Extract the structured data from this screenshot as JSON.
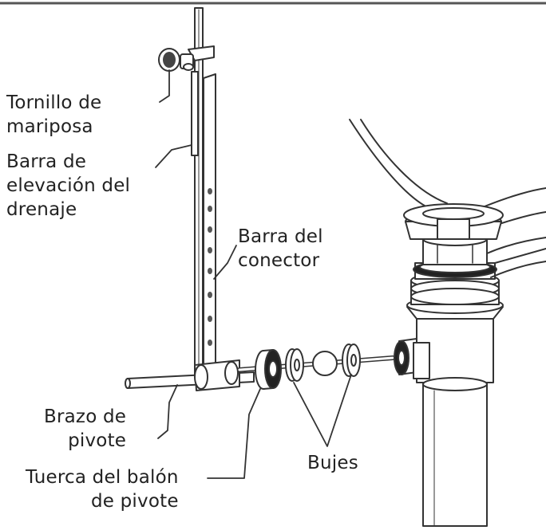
{
  "labels": {
    "thumbscrew": [
      "Tornillo de",
      "mariposa"
    ],
    "lift_rod": [
      "Barra de",
      "elevación del",
      "drenaje"
    ],
    "connector_rod": [
      "Barra del",
      "conector"
    ],
    "pivot_arm": [
      "Brazo de",
      "pivote"
    ],
    "pivot_nut": [
      "Tuerca del balón",
      "de pivote"
    ],
    "bushings": [
      "Bujes"
    ]
  },
  "colors": {
    "line": "#333333",
    "text": "#222222",
    "frame": "#555555"
  }
}
